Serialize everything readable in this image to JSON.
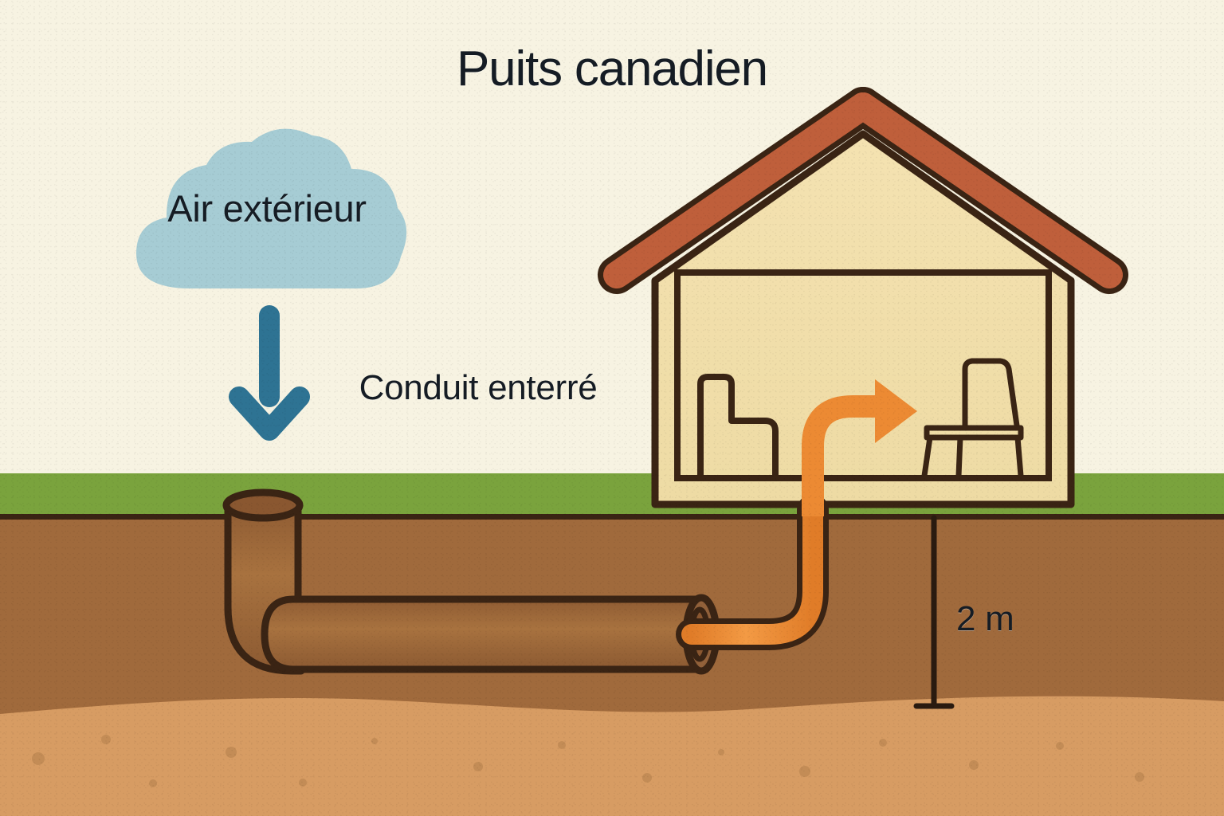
{
  "diagram": {
    "title": "Puits canadien",
    "type": "cross-section illustration",
    "labels": {
      "cloud": "Air extérieur",
      "duct": "Conduit enterré",
      "depth": "2 m"
    },
    "colors": {
      "background": "#f7f3e2",
      "grass": "#7aa33d",
      "soil_upper": "#a06a3c",
      "soil_lower": "#d79c63",
      "outline": "#3a2414",
      "house_body": "#f2dfab",
      "roof": "#bf5f3b",
      "pipe": "#9e6a3e",
      "duct_orange": "#ec8a33",
      "cloud": "#a6ccd4",
      "arrow_blue": "#2e7393",
      "text": "#151c24"
    },
    "elements": {
      "cloud": "outside-air-cloud",
      "down_arrow": "air-intake-arrow",
      "intake_pipe": "vertical-intake-pipe",
      "buried_pipe": "horizontal-buried-duct",
      "riser": "orange-air-riser",
      "indoor_arrow": "indoor-air-arrow",
      "house": "house-cross-section",
      "roof": "house-roof",
      "sofa": "sofa-silhouette",
      "chair": "chair-silhouette",
      "depth_marker": "burial-depth-marker"
    }
  }
}
